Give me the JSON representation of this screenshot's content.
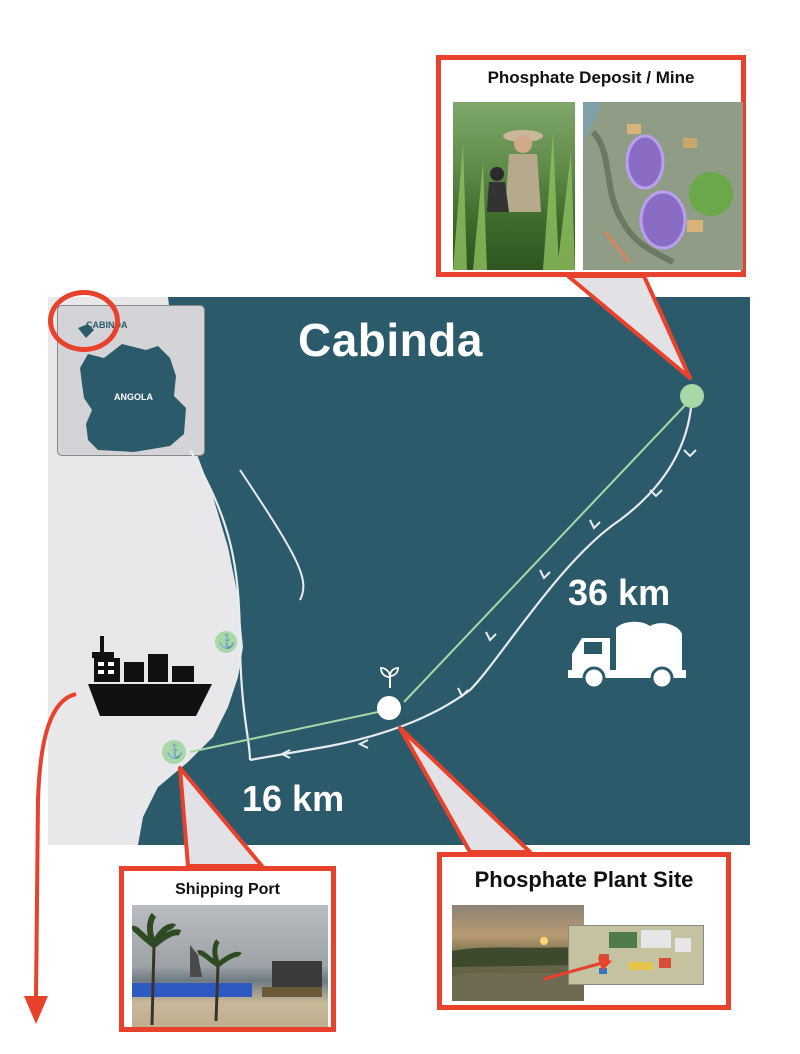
{
  "map": {
    "region_title": "Cabinda",
    "inset": {
      "cabinda_label": "CABINDA",
      "angola_label": "ANGOLA"
    },
    "distances": {
      "mine_to_plant": "36 km",
      "plant_to_port": "16 km"
    }
  },
  "callouts": {
    "mine": {
      "title": "Phosphate Deposit / Mine"
    },
    "plant": {
      "title": "Phosphate Plant Site"
    },
    "port": {
      "title": "Shipping Port"
    }
  },
  "icons": [
    "truck-icon",
    "ship-icon",
    "anchor-icon",
    "sprout-icon"
  ],
  "colors": {
    "sea_teal": "#2b5b6a",
    "land_grey": "#e8e8ea",
    "callout_red": "#e8422c",
    "mine_green": "#a8d8a8"
  }
}
